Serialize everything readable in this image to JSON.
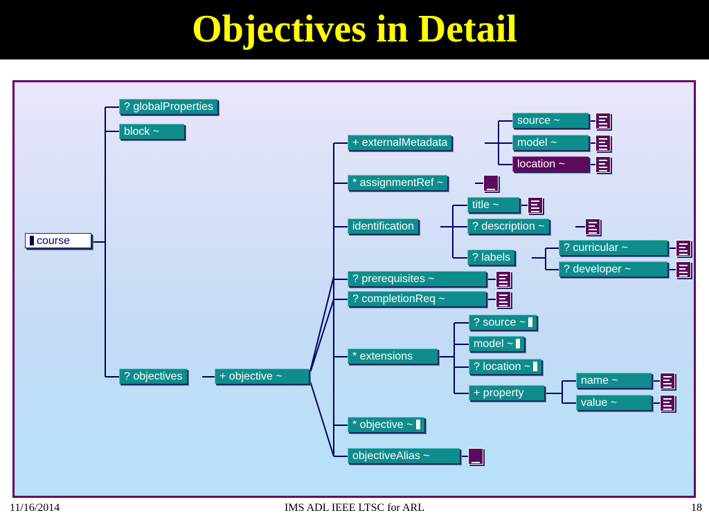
{
  "title": "Objectives in Detail",
  "footer": {
    "date": "11/16/2014",
    "center": "IMS ADL IEEE LTSC for ARL",
    "page": "18"
  },
  "nodes": {
    "course": "course",
    "globalProperties": "?  globalProperties",
    "block": "block ~",
    "objectives": "? objectives",
    "objective": "+ objective ~",
    "externalMetadata": "+  externalMetadata",
    "emSource": "source ~",
    "emModel": "model ~",
    "emLocation": "location ~",
    "assignmentRef": "* assignmentRef ~",
    "identification": "identification",
    "idTitle": "title ~",
    "idDescription": "? description ~",
    "idLabels": "?  labels",
    "curricular": "? curricular ~",
    "developer": "? developer ~",
    "prerequisites": "? prerequisites ~",
    "completionReq": "? completionReq ~",
    "extensions": "* extensions",
    "extSource": "? source ~",
    "extModel": "model ~",
    "extLocation": "? location ~",
    "property": "+ property",
    "propName": "name ~",
    "propValue": "value ~",
    "nestedObjective": "* objective ~",
    "objectiveAlias": "objectiveAlias ~"
  },
  "icons": {
    "document": "document-icon",
    "blank_document": "blank-document-icon",
    "element_marker": "element-marker-icon"
  },
  "colors": {
    "title_bar": "#000000",
    "title_text": "#ffff00",
    "node_fill": "#0f8c8c",
    "node_highlight": "#5c0b5c",
    "connector": "#000066",
    "panel_border": "#660066"
  }
}
